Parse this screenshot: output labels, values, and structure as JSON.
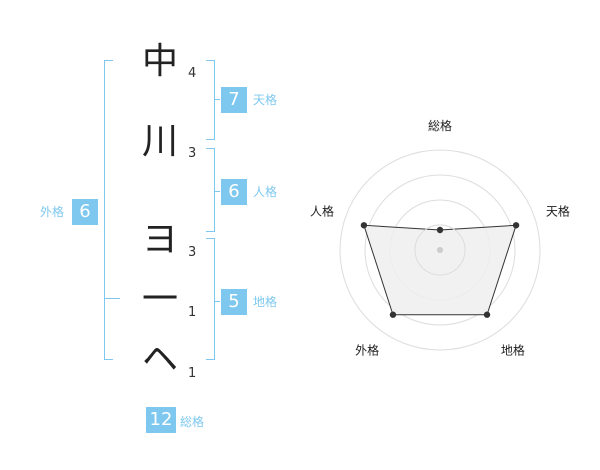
{
  "name": {
    "characters": [
      {
        "char": "中",
        "strokes": "4"
      },
      {
        "char": "川",
        "strokes": "3"
      },
      {
        "char": "ヨ",
        "strokes": "3"
      },
      {
        "char": "一",
        "strokes": "1"
      },
      {
        "char": "ヘ",
        "strokes": "1"
      }
    ]
  },
  "kakusu": {
    "tenkaku": {
      "value": "7",
      "label": "天格"
    },
    "jinkaku": {
      "value": "6",
      "label": "人格"
    },
    "chikaku": {
      "value": "5",
      "label": "地格"
    },
    "gaikaku": {
      "value": "6",
      "label": "外格"
    },
    "soukaku": {
      "value": "12",
      "label": "総格"
    }
  },
  "chart_data": {
    "type": "radar",
    "axes": [
      "総格",
      "天格",
      "地格",
      "外格",
      "人格"
    ],
    "values": [
      1,
      4,
      4,
      4,
      4
    ],
    "range": [
      0,
      5
    ],
    "rings": 4,
    "colors": {
      "fill": "#eeeeee",
      "line": "#333333",
      "grid": "#dddddd",
      "accent": "#7ec8ef"
    }
  }
}
